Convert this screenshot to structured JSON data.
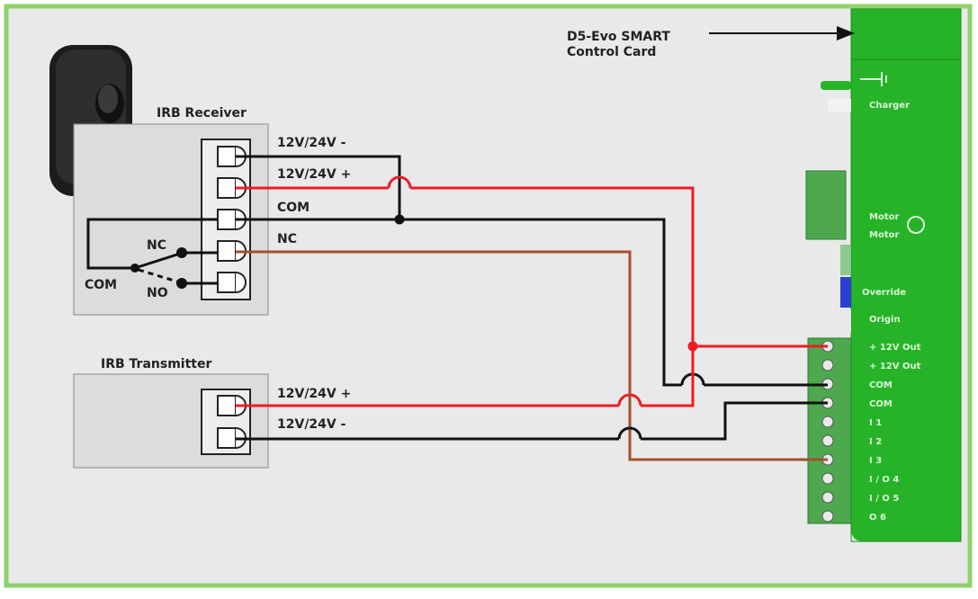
{
  "card": {
    "title_line1": "D5-Evo SMART",
    "title_line2": "Control Card",
    "labels": [
      "Charger",
      "Motor",
      "Motor",
      "Override",
      "Origin"
    ],
    "terminals": [
      "+ 12V Out",
      "+ 12V Out",
      "COM",
      "COM",
      "I 1",
      "I 2",
      "I 3",
      "I / O 4",
      "I / O 5",
      "O 6"
    ],
    "colors": {
      "board": "#27b327",
      "board_dark": "#1e8f1e",
      "terminal_block": "#4ea94e",
      "override": "#2c3fd0"
    }
  },
  "receiver": {
    "title": "IRB Receiver",
    "terminals": [
      "12V/24V -",
      "12V/24V +",
      "COM",
      "NC"
    ],
    "relay": {
      "nc": "NC",
      "no": "NO",
      "com": "COM"
    }
  },
  "transmitter": {
    "title": "IRB Transmitter",
    "terminals": [
      "12V/24V +",
      "12V/24V -"
    ]
  },
  "wire_colors": {
    "positive": "#ee1c24",
    "negative": "#111111",
    "signal": "#a0522d"
  },
  "frame_color": "#8fd16e",
  "remote_icon": "remote-control-icon"
}
